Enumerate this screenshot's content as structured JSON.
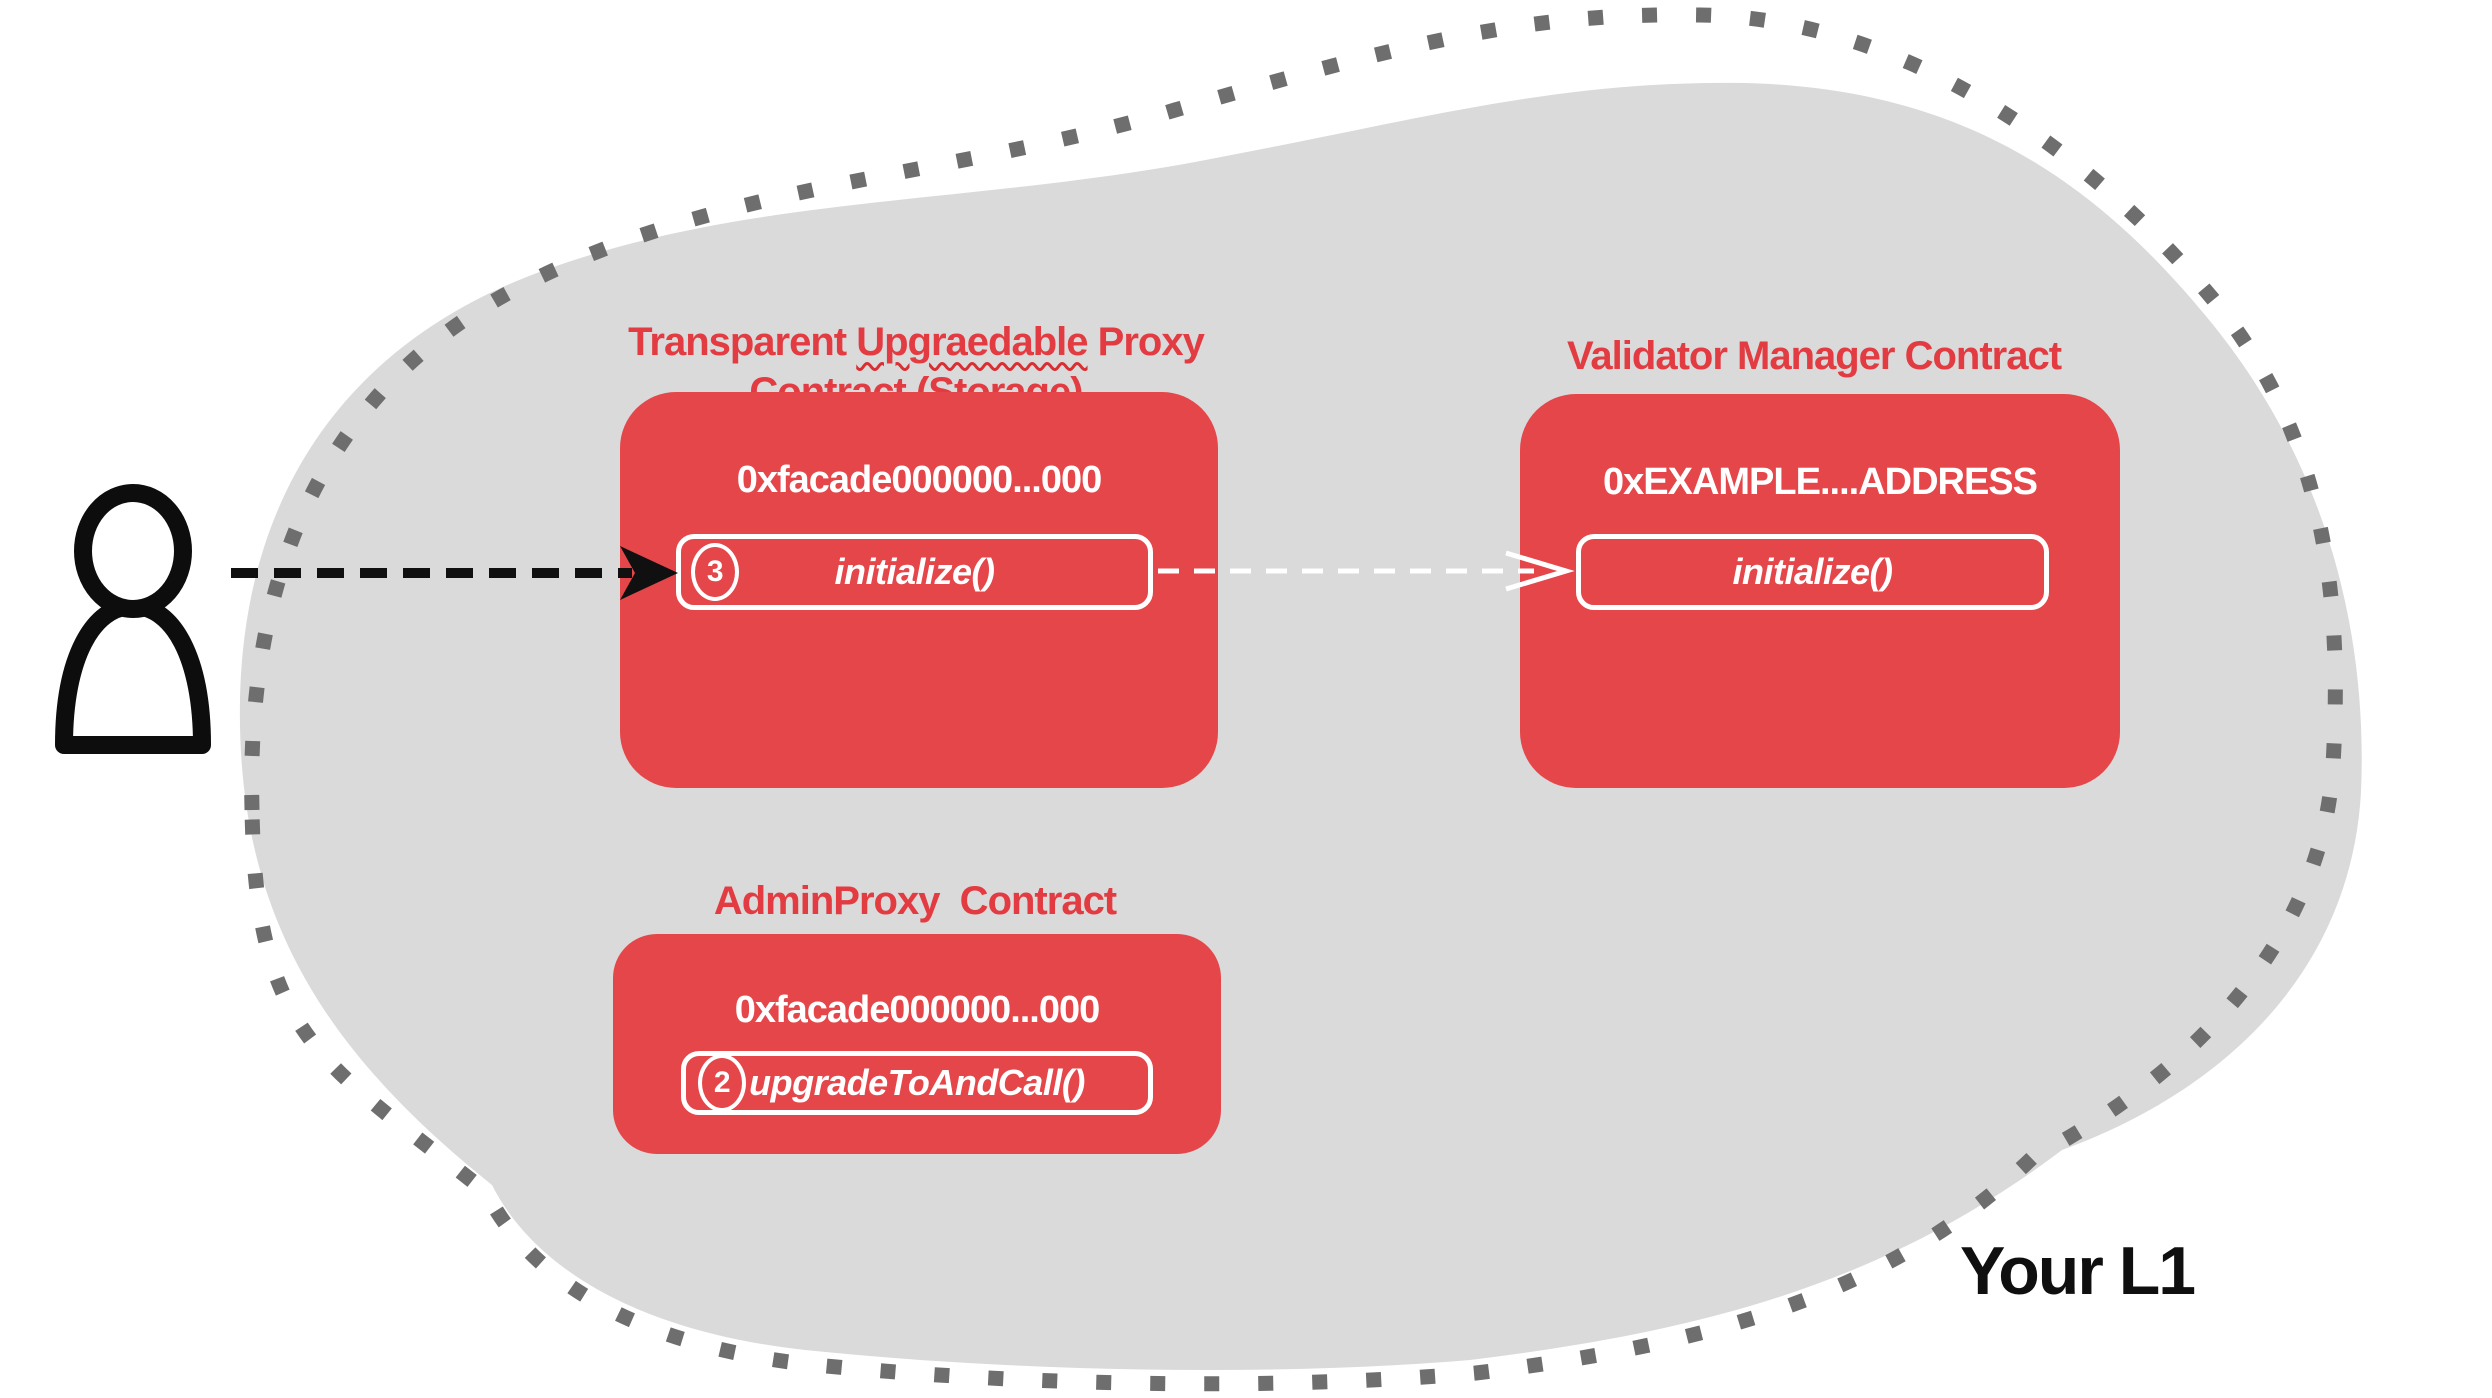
{
  "palette": {
    "background": "#ffffff",
    "blob_fill": "#dadada",
    "blob_dots": "#6e6e6e",
    "box_red": "#e4464a",
    "heading_red": "#e23b41",
    "text_white": "#ffffff",
    "text_black": "#0f0f0f"
  },
  "icons": {
    "actor": "person-icon"
  },
  "region": {
    "label": "Your L1"
  },
  "contracts": {
    "proxy": {
      "title_line1_pre": "Transparent ",
      "title_line1_word": "Upgraedable",
      "title_line1_post": " Proxy",
      "title_line2": "Contract (Storage)",
      "address": "0xfacade000000...000",
      "step_number": "3",
      "method_label": "initialize()"
    },
    "validator": {
      "title": "Validator Manager Contract",
      "address": "0xEXAMPLE....ADDRESS",
      "method_label": "initialize()"
    },
    "admin_proxy": {
      "title": "AdminProxy  Contract",
      "address": "0xfacade000000...000",
      "step_number": "2",
      "method_label": "upgradeToAndCall()"
    }
  }
}
